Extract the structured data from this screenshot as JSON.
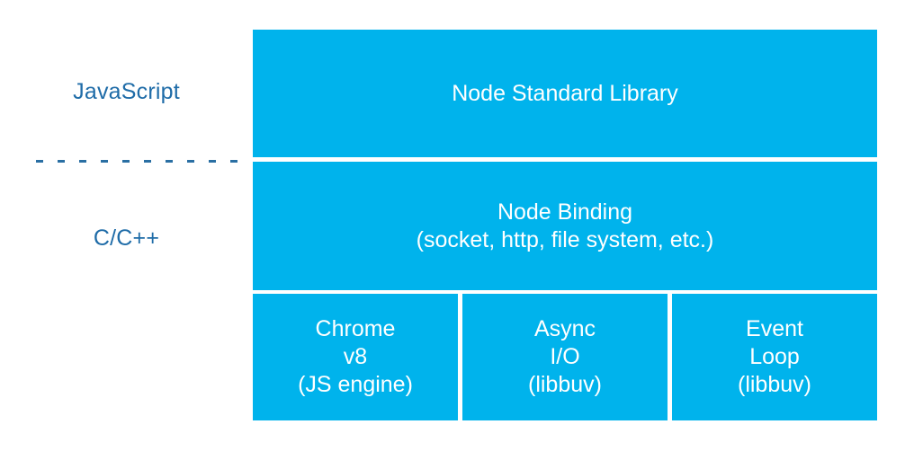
{
  "labels": {
    "javascript": "JavaScript",
    "c_cpp": "C/C++"
  },
  "boxes": {
    "standard_library": "Node Standard Library",
    "binding": {
      "line1": "Node Binding",
      "line2": "(socket, http, file system, etc.)"
    },
    "bottom": [
      {
        "line1": "Chrome",
        "line2": "v8",
        "line3": "(JS engine)"
      },
      {
        "line1": "Async",
        "line2": "I/O",
        "line3": "(libbuv)"
      },
      {
        "line1": "Event",
        "line2": "Loop",
        "line3": "(libbuv)"
      }
    ]
  },
  "colors": {
    "box_fill": "#00b3ec",
    "side_label_text": "#1f6ca8",
    "box_text": "#ffffff",
    "divider_line": "#2a6fa3"
  }
}
